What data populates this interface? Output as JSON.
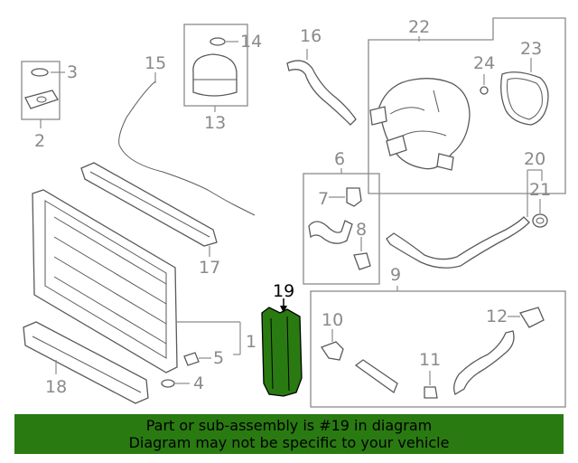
{
  "callouts": {
    "c1": "1",
    "c2": "2",
    "c3": "3",
    "c4": "4",
    "c5": "5",
    "c6": "6",
    "c7": "7",
    "c8": "8",
    "c9": "9",
    "c10": "10",
    "c11": "11",
    "c12": "12",
    "c13": "13",
    "c14": "14",
    "c15": "15",
    "c16": "16",
    "c17": "17",
    "c18": "18",
    "c19": "19",
    "c20": "20",
    "c21": "21",
    "c22": "22",
    "c23": "23",
    "c24": "24"
  },
  "highlight": {
    "part": "19",
    "color": "#2a7a12"
  },
  "footer": {
    "line1": "Part or sub-assembly is #19 in diagram",
    "line2": "Diagram may not be specific to your vehicle",
    "background": "#2a7a12"
  }
}
